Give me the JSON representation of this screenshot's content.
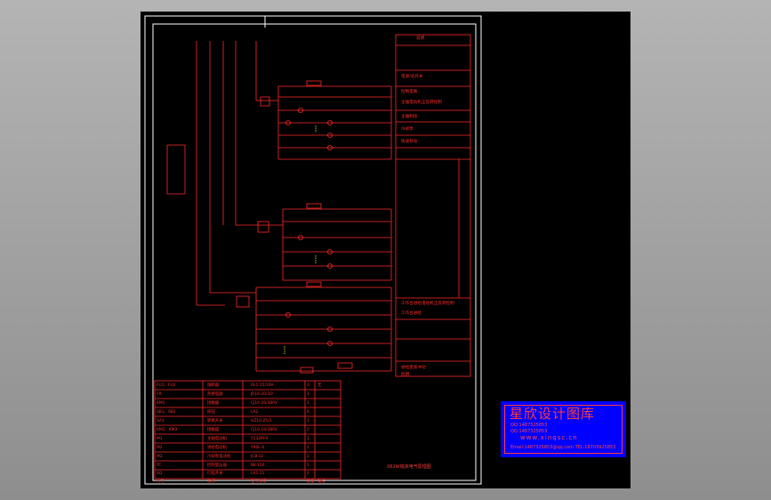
{
  "drawing": {
    "right_panel": [
      "说明",
      "电源/总开关",
      "控制电路",
      "主轴电动机正反转控制",
      "主轴制动",
      "冷却泵",
      "快速移动",
      "工作台进给电动机正反转控制",
      "工作台进给",
      "进给变速冲动",
      "照明"
    ],
    "bom_rows": [
      [
        "FU1、FU2",
        "熔断器",
        "RL1-15/10A",
        "3",
        "无"
      ],
      [
        "FR",
        "热继电器",
        "JR16-20/3D",
        "1",
        ""
      ],
      [
        "KM1",
        "接触器",
        "CJ10-20/380V",
        "1",
        ""
      ],
      [
        "SB1、SB2",
        "按钮",
        "LA2",
        "4",
        ""
      ],
      [
        "SA1",
        "转换开关",
        "HZ10-25/3",
        "1",
        ""
      ],
      [
        "KM2、KM3",
        "接触器",
        "CJ10-10/380V",
        "2",
        ""
      ],
      [
        "M1",
        "主轴电动机",
        "Y132M-4",
        "1",
        ""
      ],
      [
        "M2",
        "进给电动机",
        "Y90L-4",
        "1",
        ""
      ],
      [
        "M3",
        "冷却泵电动机",
        "JCB-22",
        "1",
        ""
      ],
      [
        "TC",
        "控制变压器",
        "BK-150",
        "1",
        ""
      ],
      [
        "SQ",
        "行程开关",
        "LX1-11",
        "2",
        ""
      ],
      [
        "代号",
        "名称",
        "型号规格",
        "数量",
        "备注"
      ]
    ],
    "title_note": "X62W铣床电气原理图"
  },
  "stamp": {
    "title": "星欣设计图库",
    "qq1": "QQ:1487325853",
    "qq2": "QQ:1487325853",
    "site": "www.xinqsc.cn",
    "email": "Email:1487325853@qq.com  TEL:18703925853"
  },
  "colors": {
    "background": "#a6a6a6",
    "canvas": "#000000",
    "line": "#ff2a2a",
    "stamp_bg": "#0000ff",
    "stamp_text": "#ff3b3b",
    "frame": "#ffffff"
  }
}
